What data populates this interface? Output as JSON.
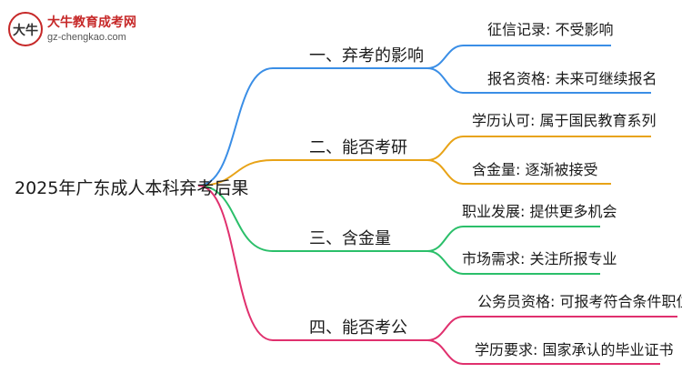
{
  "logo": {
    "name_cn": "大牛教育成考网",
    "url": "gz-chengkao.com",
    "mark_text": "大牛"
  },
  "root": {
    "label": "2025年广东成人本科弃考后果"
  },
  "branches": [
    {
      "label": "一、弃考的影响",
      "color": "#3a8ee6",
      "leaves": [
        "征信记录: 不受影响",
        "报名资格: 未来可继续报名"
      ]
    },
    {
      "label": "二、能否考研",
      "color": "#e8a317",
      "leaves": [
        "学历认可: 属于国民教育系列",
        "含金量: 逐渐被接受"
      ]
    },
    {
      "label": "三、含金量",
      "color": "#2bbf6a",
      "leaves": [
        "职业发展: 提供更多机会",
        "市场需求: 关注所报专业"
      ]
    },
    {
      "label": "四、能否考公",
      "color": "#e0306e",
      "leaves": [
        "公务员资格: 可报考符合条件职位",
        "学历要求: 国家承认的毕业证书"
      ]
    }
  ]
}
